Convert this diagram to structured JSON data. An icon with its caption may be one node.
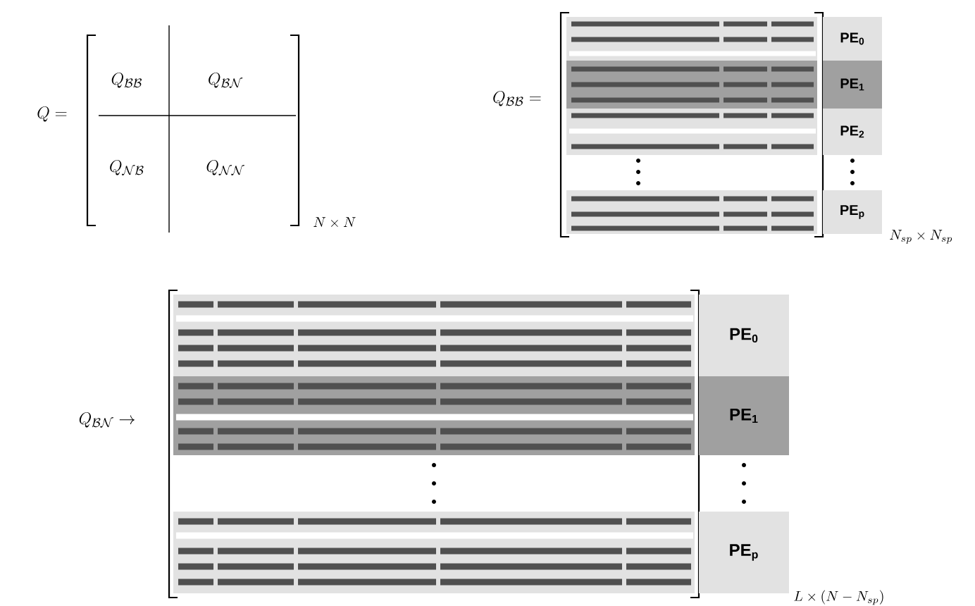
{
  "diagram": {
    "nodes": [
      {
        "text": [
          "PE$_{0}$"
        ]
      },
      {
        "text": [
          "PE$_{1}$"
        ]
      },
      {
        "text": [
          "PE$_{2}$"
        ]
      },
      {
        "text": [
          "PE$_{p}$"
        ]
      },
      {
        "text": [
          "PE$_{0}$"
        ]
      },
      {
        "text": [
          "PE$_{1}$"
        ]
      },
      {
        "text": [
          "PE$_{p}$"
        ]
      }
    ],
    "labels": [
      "Q =",
      "Q_{\\mathcal{BB}}",
      "Q_{\\mathcal{BN}}",
      "Q_{\\mathcal{NB}}",
      "Q_{\\mathcal{NN}}",
      "N\\times N",
      "Q_{\\mathcal{BB}} =",
      "N_{sp}\\times N_{sp}",
      "Q_{\\mathcal{BN}} \\rightarrow",
      "L\\times(N-N_{sp})"
    ]
  }
}
